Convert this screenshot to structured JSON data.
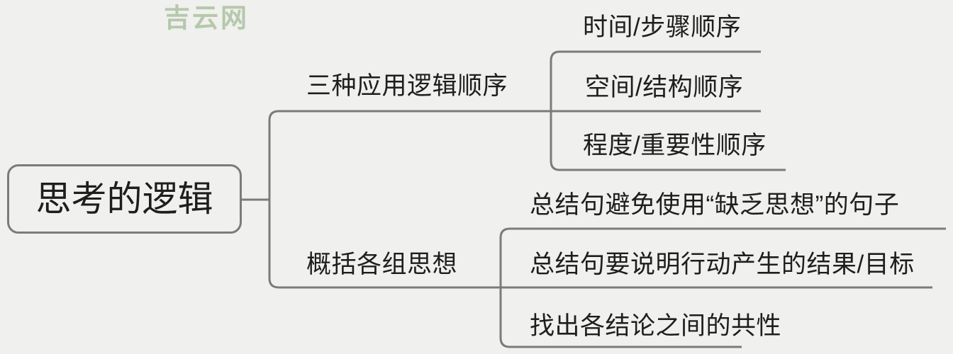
{
  "watermark": {
    "text": "吉云网"
  },
  "root": {
    "label": "思考的逻辑"
  },
  "branches": [
    {
      "label": "三种应用逻辑顺序",
      "children": [
        {
          "label": "时间/步骤顺序"
        },
        {
          "label": "空间/结构顺序"
        },
        {
          "label": "程度/重要性顺序"
        }
      ]
    },
    {
      "label": "概括各组思想",
      "children": [
        {
          "label": "总结句避免使用“缺乏思想”的句子"
        },
        {
          "label": "总结句要说明行动产生的结果/目标"
        },
        {
          "label": "找出各结论之间的共性"
        }
      ]
    }
  ],
  "colors": {
    "bg": "#f0f0ee",
    "ink": "#1e1e1e",
    "line": "#7b7b7b",
    "watermark": "#b5c8ac"
  }
}
